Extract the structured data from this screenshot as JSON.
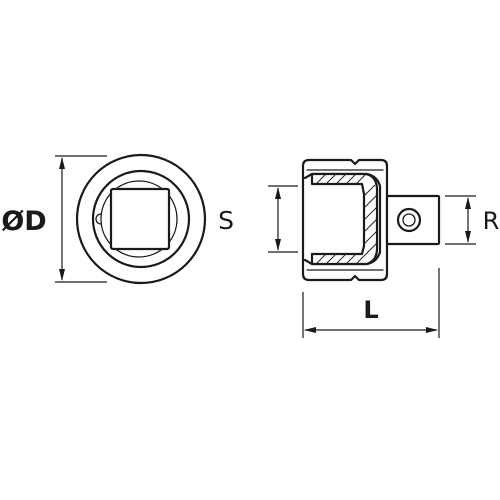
{
  "labels": {
    "diameter": "ØD",
    "socket_size": "S",
    "drive_size": "R",
    "length": "L"
  },
  "colors": {
    "line": "#1a1a1a",
    "background": "#ffffff"
  }
}
